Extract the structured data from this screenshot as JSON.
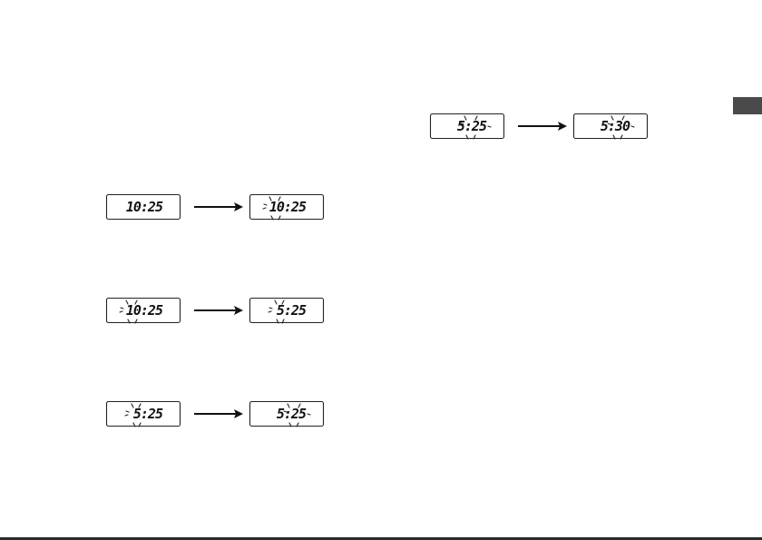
{
  "steps": [
    {
      "from": {
        "text": "10:25",
        "blink": ""
      },
      "to": {
        "text": "10:25",
        "blink": "hours"
      }
    },
    {
      "from": {
        "text": "10:25",
        "blink": "hours"
      },
      "to": {
        "text": "5:25",
        "blink": "hours"
      }
    },
    {
      "from": {
        "text": "5:25",
        "blink": "hours"
      },
      "to": {
        "text": "5:25",
        "blink": "minutes"
      }
    },
    {
      "from": {
        "text": "5:25",
        "blink": "minutes"
      },
      "to": {
        "text": "5:30",
        "blink": "minutes"
      }
    }
  ],
  "colors": {
    "ink": "#111111",
    "side_tab": "#4a4a4a",
    "page_edge": "#2b2b2b"
  }
}
